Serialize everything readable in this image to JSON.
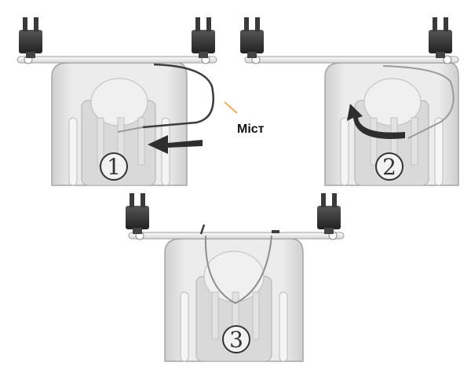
{
  "callout": {
    "label": "Міст"
  },
  "steps": [
    {
      "number": "1"
    },
    {
      "number": "2"
    },
    {
      "number": "3"
    }
  ],
  "colors": {
    "heater_body": "#e6e6e6",
    "heater_edge": "#9a9a9a",
    "mount": "#2f2f2f",
    "bar": "#f3f3f3",
    "arrow": "#3a3a3a",
    "cable": "#3c3c3c",
    "callout_line": "#f0a030"
  }
}
